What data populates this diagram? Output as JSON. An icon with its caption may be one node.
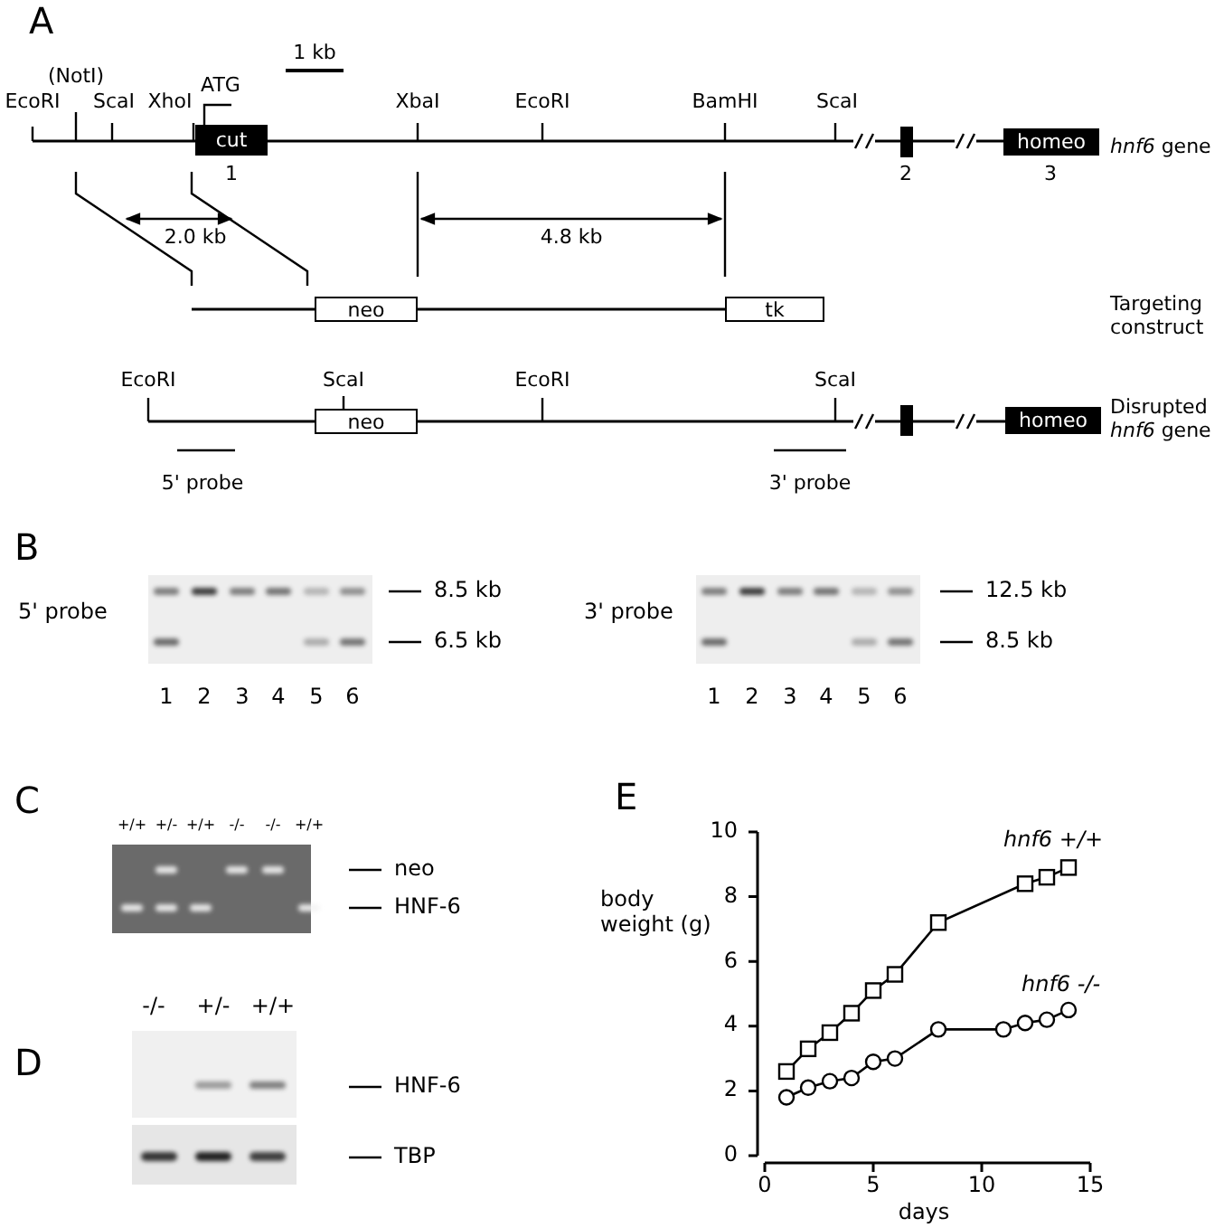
{
  "diagram": {
    "nodes": [
      {
        "text": [
          "cut"
        ],
        "beside": [
          "1"
        ]
      },
      {
        "text": [],
        "shape": "bar",
        "beside": [
          "2"
        ]
      },
      {
        "text": [
          "homeo"
        ],
        "beside": [
          "3"
        ]
      },
      {
        "text": [
          "neo"
        ]
      },
      {
        "text": [
          "tk"
        ]
      },
      {
        "text": [
          "neo"
        ]
      },
      {
        "text": [],
        "shape": "bar"
      },
      {
        "text": [
          "homeo"
        ]
      }
    ],
    "edges": [
      {
        "from": 3,
        "to": 4,
        "arrow": "none"
      }
    ],
    "labels": [
      "A",
      "1 kb",
      "(NotI)",
      "EcoRI",
      "ScaI",
      "XhoI",
      "ATG",
      "XbaI",
      "EcoRI",
      "BamHI",
      "ScaI",
      "*hnf6* gene",
      "2.0 kb",
      "4.8 kb",
      "Targeting construct",
      "EcoRI",
      "ScaI",
      "EcoRI",
      "ScaI",
      "Disrupted *hnf6* gene",
      "5' probe",
      "3' probe",
      "B",
      "5' probe",
      "8.5 kb",
      "6.5 kb",
      "1",
      "2",
      "3",
      "4",
      "5",
      "6",
      "3' probe",
      "12.5 kb",
      "8.5 kb",
      "1",
      "2",
      "3",
      "4",
      "5",
      "6",
      "C",
      "+/+",
      "+/-",
      "+/+",
      "-/-",
      "-/-",
      "+/+",
      "neo",
      "HNF-6",
      "D",
      "-/-",
      "+/-",
      "+/+",
      "HNF-6",
      "TBP",
      "E"
    ],
    "chart_data": {
      "type": "line",
      "xlabel": "days",
      "ylabel": "body weight (g)",
      "xlim": [
        0,
        15
      ],
      "ylim": [
        0,
        10
      ],
      "xticks": [
        0,
        5,
        10,
        15
      ],
      "yticks": [
        0,
        2,
        4,
        6,
        8,
        10
      ],
      "series": [
        {
          "name": "*hnf6* +/+",
          "marker": "square",
          "x": [
            1,
            2,
            3,
            4,
            5,
            6,
            8,
            12,
            13,
            14
          ],
          "values": [
            2.6,
            3.3,
            3.8,
            4.4,
            5.1,
            5.6,
            7.2,
            8.4,
            8.6,
            8.9
          ]
        },
        {
          "name": "*hnf6* -/-",
          "marker": "circle",
          "x": [
            1,
            2,
            3,
            4,
            5,
            6,
            8,
            11,
            12,
            13,
            14
          ],
          "values": [
            1.8,
            2.1,
            2.3,
            2.4,
            2.9,
            3.0,
            3.9,
            3.9,
            4.1,
            4.2,
            4.5
          ]
        }
      ]
    }
  }
}
